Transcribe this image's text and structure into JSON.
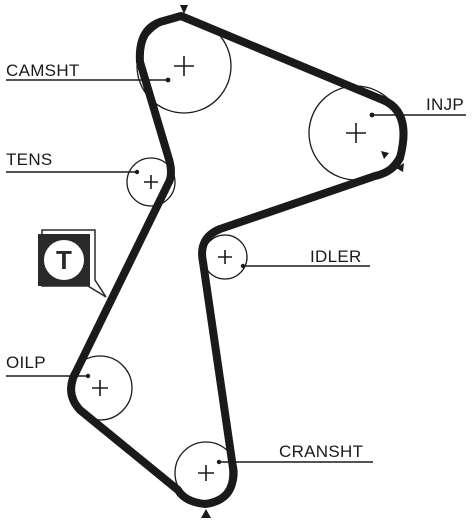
{
  "labels": {
    "camshaft": "CAMSHT",
    "tensioner": "TENS",
    "injection_pump": "INJP",
    "idler": "IDLER",
    "oil_pump": "OILP",
    "crankshaft": "CRANSHT"
  },
  "badge": {
    "letter": "T"
  }
}
